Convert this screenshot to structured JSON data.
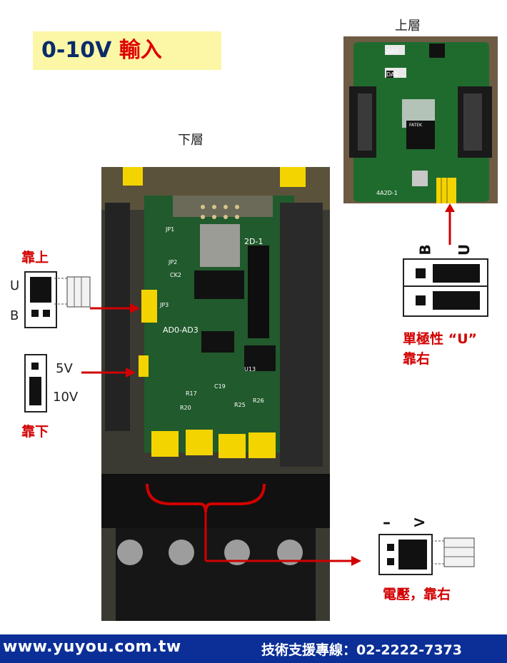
{
  "title": {
    "number_part": "0-10V",
    "cjk_part": "輸入"
  },
  "labels": {
    "top_layer": "上層",
    "bottom_layer": "下層",
    "up": "靠上",
    "down": "靠下",
    "u_letter": "U",
    "b_letter": "B",
    "v5": "5V",
    "v10": "10V",
    "b_rot": "B",
    "u_rot": "U",
    "unipolar_line1": "單極性  “U”",
    "unipolar_line2": "靠右",
    "minus_sign": "–",
    "v_symbol": ">",
    "voltage_right": "電壓，靠右"
  },
  "board_silkscreen": {
    "top_board": [
      "DA0",
      "DA1",
      "4A2D-1",
      "FATEK"
    ],
    "bottom_board": [
      "2D-1",
      "AD0-AD3",
      "R17",
      "C19",
      "R20",
      "R25",
      "R26",
      "U13",
      "JP1",
      "JP2",
      "JP3",
      "CK2"
    ]
  },
  "footer": {
    "website": "www.yuyou.com.tw",
    "hotline": "技術支援專線：02-2222-7373"
  },
  "colors": {
    "title_bg": "#fbf7a6",
    "title_number": "#0b2a6a",
    "accent_red": "#d20000",
    "jumper_yellow": "#f3d400",
    "footer_bg": "#0b2f97"
  }
}
